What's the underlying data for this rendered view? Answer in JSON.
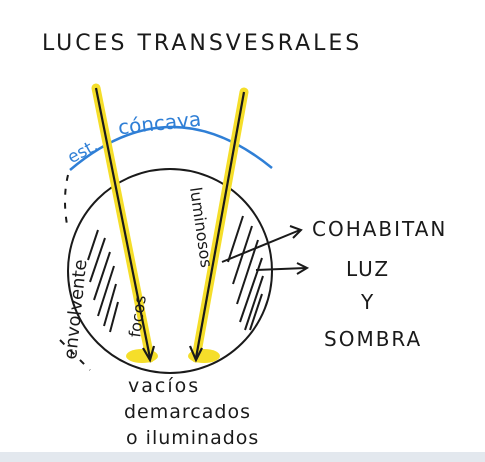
{
  "title": "LUCES TRANSVESRALES",
  "labels": {
    "est": "est.",
    "concava": "cóncava",
    "envolvente": "envolvente",
    "focos": "focos",
    "luminosos": "luminosos",
    "cohabitan": "COHABITAN",
    "luz": "LUZ",
    "y": "Y",
    "sombra": "SOMBRA",
    "vacios": "vacíos",
    "demarcados": "demarcados",
    "iluminados": "o iluminados"
  },
  "colors": {
    "ink": "#1a1a1a",
    "blue": "#2f7fd6",
    "yellow": "#f5de2a",
    "background": "#ffffff",
    "frame": "#e3e8ee"
  }
}
